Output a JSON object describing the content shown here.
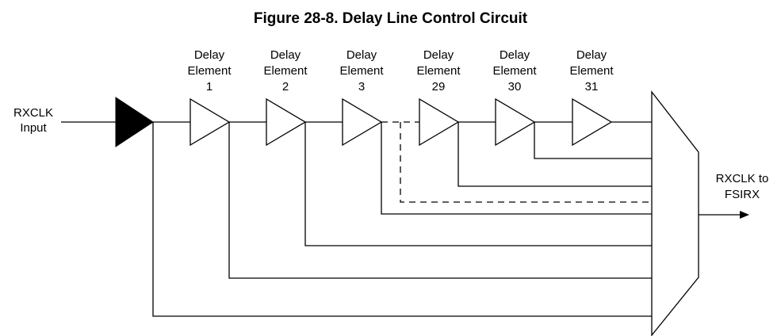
{
  "title": "Figure 28-8. Delay Line Control Circuit",
  "input_label": [
    "RXCLK",
    "Input"
  ],
  "output_label": [
    "RXCLK to",
    "FSIRX"
  ],
  "elements": [
    {
      "line1": "Delay",
      "line2": "Element",
      "line3": "1"
    },
    {
      "line1": "Delay",
      "line2": "Element",
      "line3": "2"
    },
    {
      "line1": "Delay",
      "line2": "Element",
      "line3": "3"
    },
    {
      "line1": "Delay",
      "line2": "Element",
      "line3": "29"
    },
    {
      "line1": "Delay",
      "line2": "Element",
      "line3": "30"
    },
    {
      "line1": "Delay",
      "line2": "Element",
      "line3": "31"
    }
  ]
}
